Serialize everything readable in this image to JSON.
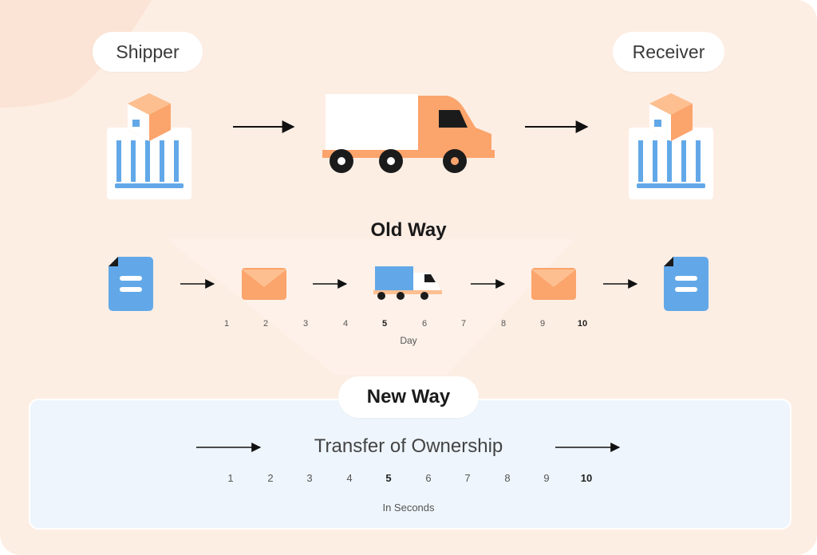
{
  "shipper_label": "Shipper",
  "receiver_label": "Receiver",
  "old_way": {
    "title": "Old Way",
    "days": [
      "1",
      "2",
      "3",
      "4",
      "5",
      "6",
      "7",
      "8",
      "9",
      "10"
    ],
    "bold_days": [
      "5",
      "10"
    ],
    "axis_caption": "Day"
  },
  "new_way": {
    "title": "New Way",
    "transfer_label": "Transfer of Ownership",
    "seconds": [
      "1",
      "2",
      "3",
      "4",
      "5",
      "6",
      "7",
      "8",
      "9",
      "10"
    ],
    "bold_seconds": [
      "5",
      "10"
    ],
    "axis_caption": "In Seconds"
  },
  "colors": {
    "background": "#fdeee4",
    "orange": "#fba46c",
    "blue": "#62a8e8",
    "panel": "#eef5fc"
  }
}
